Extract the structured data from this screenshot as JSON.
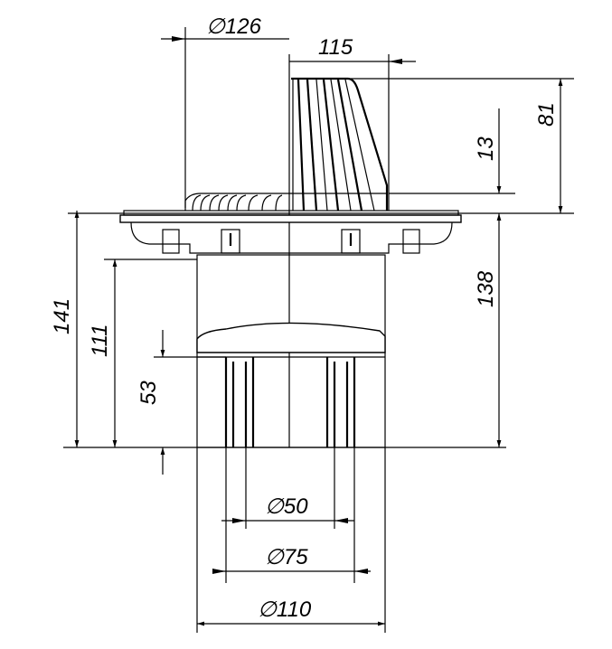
{
  "dimensions": {
    "d126": "∅126",
    "d115": "115",
    "h81": "81",
    "h13": "13",
    "h138": "138",
    "h141": "141",
    "h111": "111",
    "h53": "53",
    "d50": "∅50",
    "d75": "∅75",
    "d110": "∅110"
  }
}
